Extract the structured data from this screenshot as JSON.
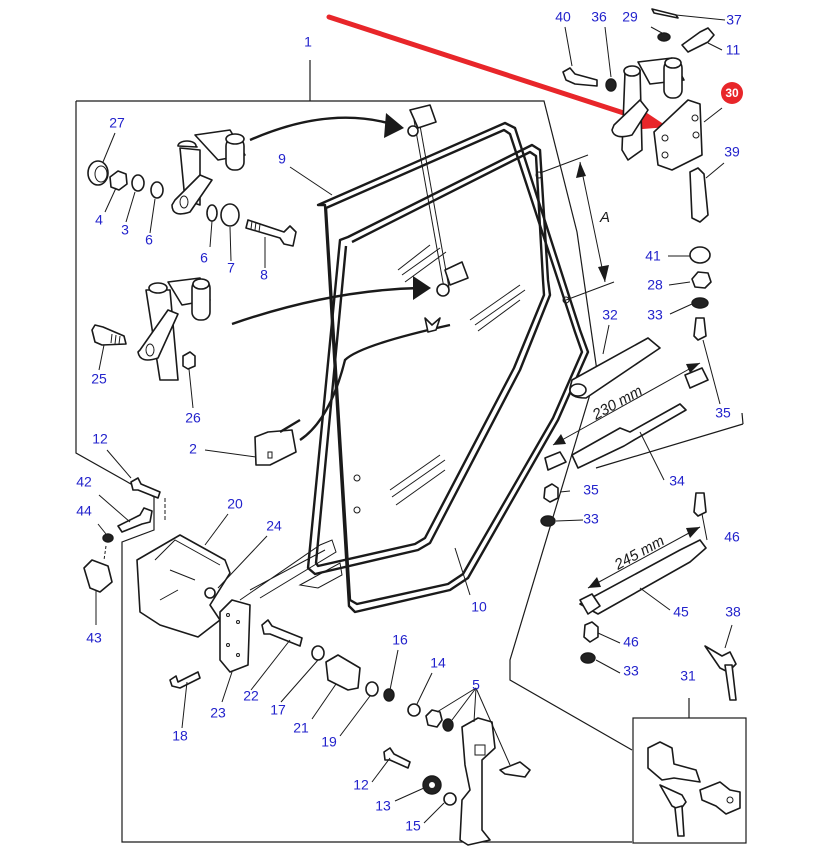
{
  "diagram": {
    "title": "Cab door exploded parts diagram",
    "highlighted_part": "30",
    "highlight_color": "#e8262a",
    "label_color": "#2323cc",
    "callouts": [
      {
        "id": "c1",
        "text": "1"
      },
      {
        "id": "c27",
        "text": "27"
      },
      {
        "id": "c4",
        "text": "4"
      },
      {
        "id": "c3",
        "text": "3"
      },
      {
        "id": "c6a",
        "text": "6"
      },
      {
        "id": "c6b",
        "text": "6"
      },
      {
        "id": "c7",
        "text": "7"
      },
      {
        "id": "c8",
        "text": "8"
      },
      {
        "id": "c9",
        "text": "9"
      },
      {
        "id": "c25",
        "text": "25"
      },
      {
        "id": "c26",
        "text": "26"
      },
      {
        "id": "c2",
        "text": "2"
      },
      {
        "id": "c12a",
        "text": "12"
      },
      {
        "id": "c42",
        "text": "42"
      },
      {
        "id": "c44",
        "text": "44"
      },
      {
        "id": "c43",
        "text": "43"
      },
      {
        "id": "c20",
        "text": "20"
      },
      {
        "id": "c24",
        "text": "24"
      },
      {
        "id": "c18",
        "text": "18"
      },
      {
        "id": "c23",
        "text": "23"
      },
      {
        "id": "c22",
        "text": "22"
      },
      {
        "id": "c17",
        "text": "17"
      },
      {
        "id": "c21",
        "text": "21"
      },
      {
        "id": "c19",
        "text": "19"
      },
      {
        "id": "c16",
        "text": "16"
      },
      {
        "id": "c14",
        "text": "14"
      },
      {
        "id": "c5",
        "text": "5"
      },
      {
        "id": "c12b",
        "text": "12"
      },
      {
        "id": "c13",
        "text": "13"
      },
      {
        "id": "c15",
        "text": "15"
      },
      {
        "id": "c10",
        "text": "10"
      },
      {
        "id": "c40",
        "text": "40"
      },
      {
        "id": "c36",
        "text": "36"
      },
      {
        "id": "c29",
        "text": "29"
      },
      {
        "id": "c37",
        "text": "37"
      },
      {
        "id": "c11",
        "text": "11"
      },
      {
        "id": "c30",
        "text": "30"
      },
      {
        "id": "c39",
        "text": "39"
      },
      {
        "id": "c41",
        "text": "41"
      },
      {
        "id": "c28",
        "text": "28"
      },
      {
        "id": "c33a",
        "text": "33"
      },
      {
        "id": "c32",
        "text": "32"
      },
      {
        "id": "c35a",
        "text": "35"
      },
      {
        "id": "c34",
        "text": "34"
      },
      {
        "id": "c35b",
        "text": "35"
      },
      {
        "id": "c33b",
        "text": "33"
      },
      {
        "id": "c46a",
        "text": "46"
      },
      {
        "id": "c45",
        "text": "45"
      },
      {
        "id": "c46b",
        "text": "46"
      },
      {
        "id": "c33c",
        "text": "33"
      },
      {
        "id": "c38",
        "text": "38"
      },
      {
        "id": "c31",
        "text": "31"
      }
    ],
    "dimensions": {
      "strut_upper": "230 mm",
      "strut_lower": "245 mm",
      "window_height": "A"
    }
  }
}
